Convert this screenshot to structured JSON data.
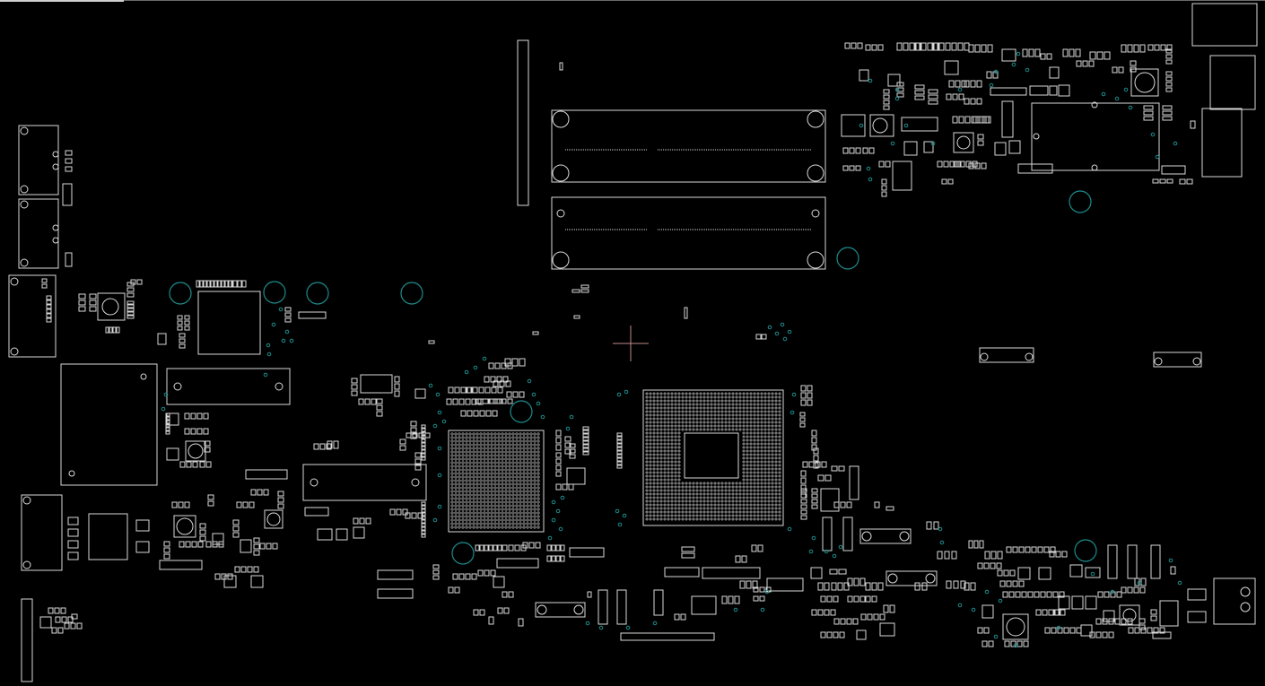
{
  "viewer": {
    "background": "#000000",
    "outline_color": "#d8d8d8",
    "via_color": "#1e8c8c",
    "cursor_color": "#c08a8a"
  },
  "layers": [
    "component-outlines",
    "mounting-holes",
    "vias",
    "cursor"
  ]
}
